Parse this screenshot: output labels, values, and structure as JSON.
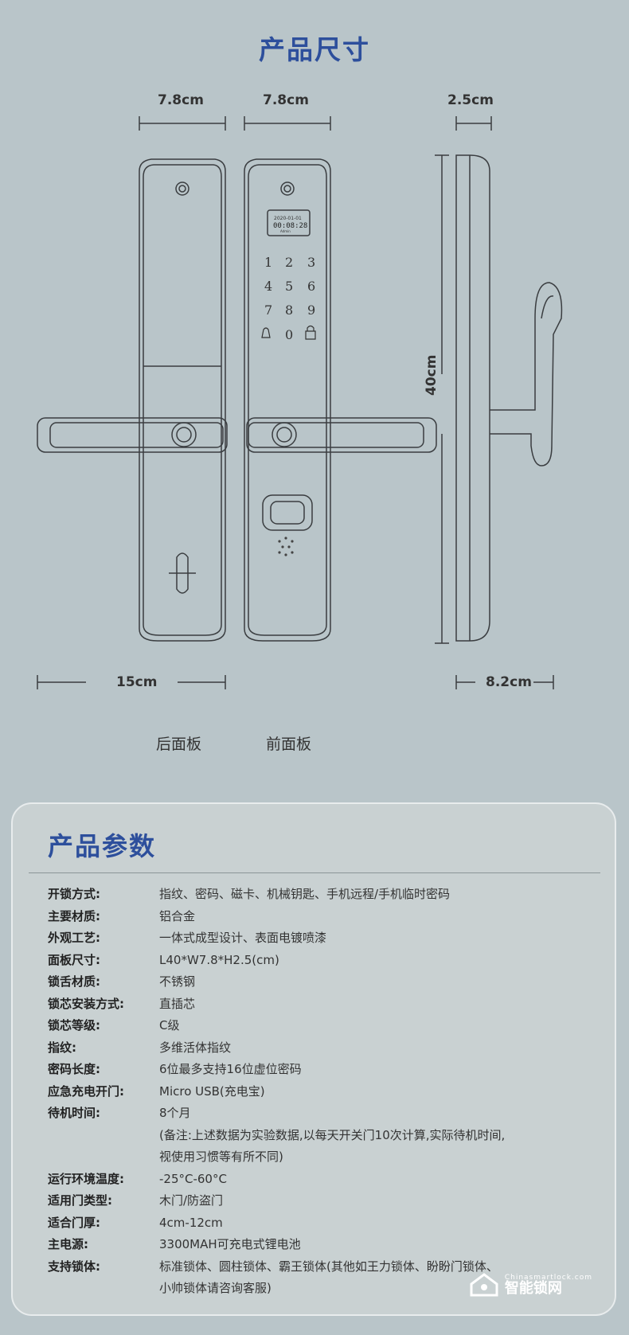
{
  "header": {
    "title": "产品尺寸"
  },
  "dimensions": {
    "back_width": "7.8cm",
    "front_width": "7.8cm",
    "side_depth": "2.5cm",
    "height": "40cm",
    "handle_width": "15cm",
    "handle_projection": "8.2cm"
  },
  "captions": {
    "back": "后面板",
    "front": "前面板"
  },
  "screen": {
    "date": "2020-01-01",
    "time": "00:08:28",
    "sub": "Admin"
  },
  "keypad": [
    "1",
    "2",
    "3",
    "4",
    "5",
    "6",
    "7",
    "8",
    "9",
    "0"
  ],
  "specs": {
    "title": "产品参数",
    "rows": [
      {
        "label": "开锁方式:",
        "value": "指纹、密码、磁卡、机械钥匙、手机远程/手机临时密码"
      },
      {
        "label": "主要材质:",
        "value": "铝合金"
      },
      {
        "label": "外观工艺:",
        "value": "一体式成型设计、表面电镀喷漆"
      },
      {
        "label": "面板尺寸:",
        "value": "L40*W7.8*H2.5(cm)"
      },
      {
        "label": "锁舌材质:",
        "value": "不锈钢"
      },
      {
        "label": "锁芯安装方式:",
        "value": "直插芯"
      },
      {
        "label": "锁芯等级:",
        "value": "C级"
      },
      {
        "label": "指纹:",
        "value": "多维活体指纹"
      },
      {
        "label": "密码长度:",
        "value": "6位最多支持16位虚位密码"
      },
      {
        "label": "应急充电开门:",
        "value": "Micro USB(充电宝)"
      },
      {
        "label": "待机时间:",
        "value": "8个月"
      },
      {
        "label": "运行环境温度:",
        "value": "-25°C-60°C"
      },
      {
        "label": "适用门类型:",
        "value": "木门/防盗门"
      },
      {
        "label": "适合门厚:",
        "value": "4cm-12cm"
      },
      {
        "label": "主电源:",
        "value": "3300MAH可充电式锂电池"
      },
      {
        "label": "支持锁体:",
        "value": "标准锁体、圆柱锁体、霸王锁体(其他如王力锁体、盼盼门锁体、"
      }
    ],
    "standby_note_1": "(备注:上述数据为实验数据,以每天开关门10次计算,实际待机时间,",
    "standby_note_2": "视使用习惯等有所不同)",
    "lockbody_note": "小帅锁体请咨询客服)"
  },
  "watermark": {
    "text": "智能锁网",
    "url": "Chinasmartlock.com",
    "icon": "house-logo-icon"
  }
}
